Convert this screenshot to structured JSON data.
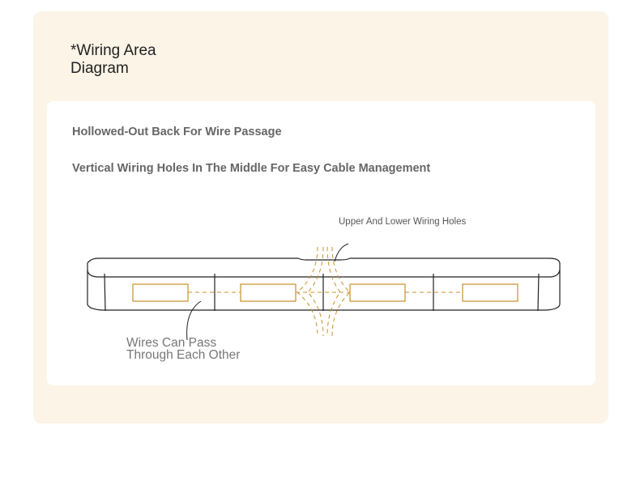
{
  "title": "*Wiring Area Diagram",
  "features": [
    "Hollowed-Out Back For Wire Passage",
    "Vertical Wiring Holes In The Middle For Easy Cable Management"
  ],
  "diagram": {
    "label_holes": "Upper And Lower Wiring Holes",
    "label_wires": "Wires Can Pass Through Each Other",
    "wire_color": "#c9902a"
  }
}
